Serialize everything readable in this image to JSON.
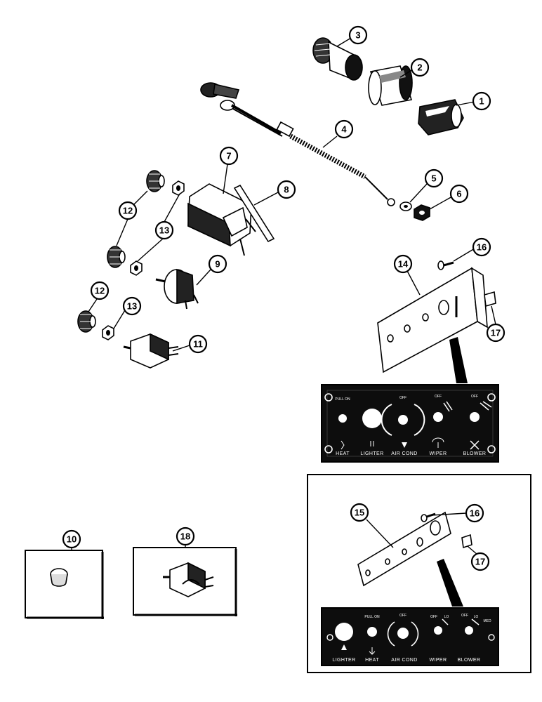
{
  "callouts": {
    "c1": "1",
    "c2": "2",
    "c3": "3",
    "c4": "4",
    "c5": "5",
    "c6": "6",
    "c7": "7",
    "c8": "8",
    "c9": "9",
    "c10": "10",
    "c11": "11",
    "c12a": "12",
    "c12b": "12",
    "c13a": "13",
    "c13b": "13",
    "c14": "14",
    "c15": "15",
    "c16a": "16",
    "c16b": "16",
    "c17a": "17",
    "c17b": "17",
    "c18": "18"
  },
  "panel_a": {
    "labels": [
      "HEAT",
      "LIGHTER",
      "AIR COND",
      "WIPER",
      "BLOWER"
    ],
    "small": [
      "PULL ON",
      "OFF",
      "OFF",
      "OFF"
    ]
  },
  "panel_b": {
    "labels": [
      "LIGHTER",
      "HEAT",
      "AIR COND",
      "WIPER",
      "BLOWER"
    ],
    "small": [
      "PULL ON",
      "OFF",
      "OFF",
      "LO",
      "OFF",
      "LO",
      "MED"
    ]
  },
  "colors": {
    "ink": "#000000",
    "paper": "#ffffff"
  }
}
